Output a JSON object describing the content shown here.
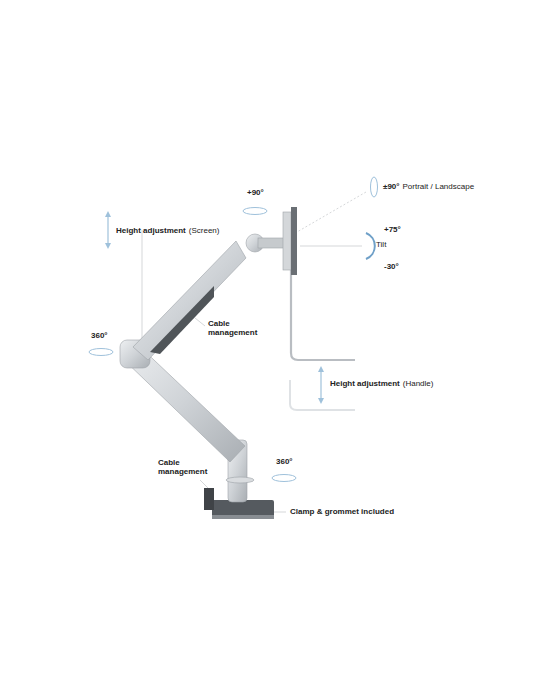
{
  "diagram": {
    "labels": [
      "Height adjustment",
      "(Screen)",
      "+90°",
      "±90°",
      "Portrait / Landscape",
      "+75°",
      "Tilt",
      "-30°",
      "360°",
      "Cable management",
      "Height adjustment",
      "(Handle)",
      "Cable management",
      "360°",
      "Clamp & grommet included"
    ]
  }
}
